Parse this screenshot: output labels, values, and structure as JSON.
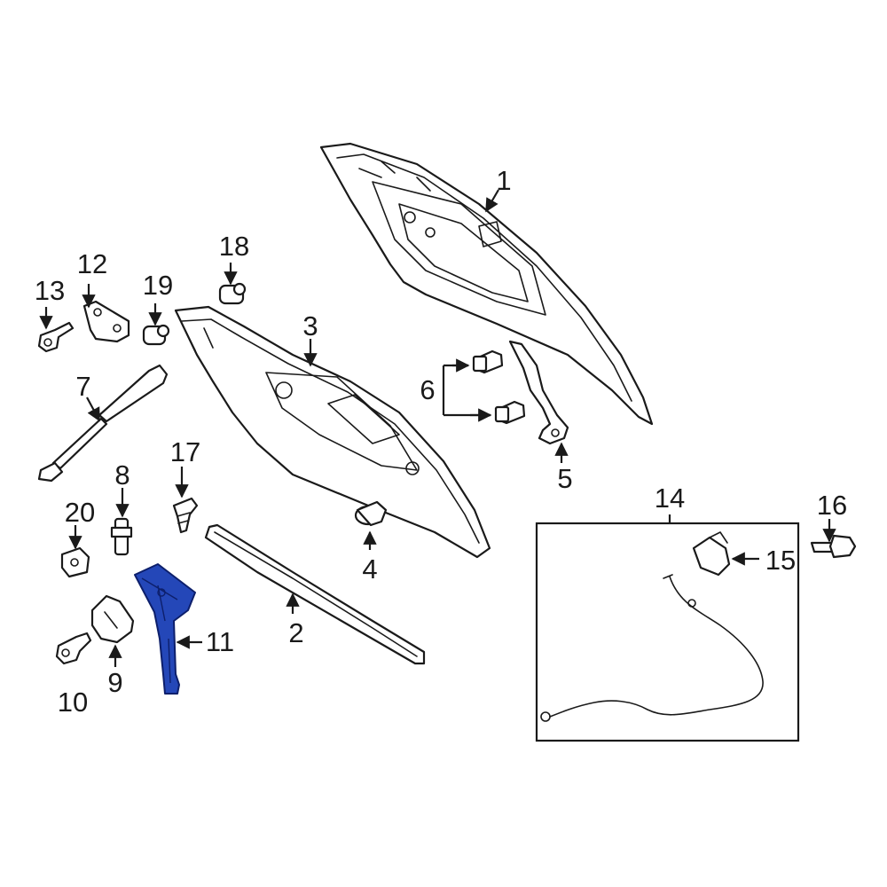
{
  "diagram": {
    "highlight_color": "#2447b8",
    "highlighted_part": "11",
    "callouts": {
      "c1": "1",
      "c2": "2",
      "c3": "3",
      "c4": "4",
      "c5": "5",
      "c6": "6",
      "c7": "7",
      "c8": "8",
      "c9": "9",
      "c10": "10",
      "c11": "11",
      "c12": "12",
      "c13": "13",
      "c14": "14",
      "c15": "15",
      "c16": "16",
      "c17": "17",
      "c18": "18",
      "c19": "19",
      "c20": "20"
    }
  }
}
